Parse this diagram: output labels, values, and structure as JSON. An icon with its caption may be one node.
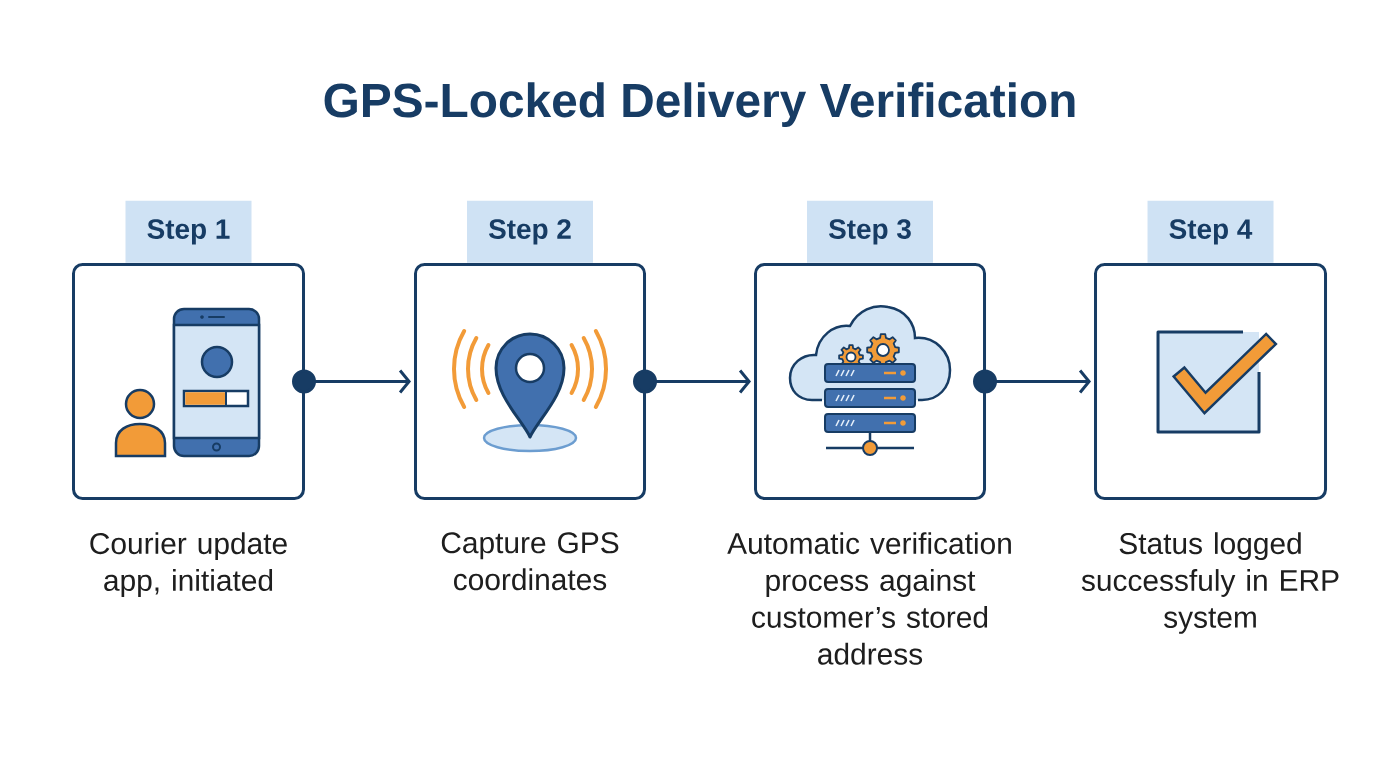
{
  "diagram": {
    "title": "GPS-Locked Delivery Verification",
    "nodes": [
      {
        "text": [
          "Step 1"
        ],
        "beside": [
          "Courier update app, initiated"
        ]
      },
      {
        "text": [
          "Step 2"
        ],
        "beside": [
          "Capture GPS coordinates"
        ]
      },
      {
        "text": [
          "Step 3"
        ],
        "beside": [
          "Automatic verification process against customer’s stored address"
        ]
      },
      {
        "text": [
          "Step 4"
        ],
        "beside": [
          "Status logged successfuly in ERP system"
        ]
      }
    ],
    "edges": [
      {
        "from": 0,
        "to": 1,
        "arrow": "to"
      },
      {
        "from": 1,
        "to": 2,
        "arrow": "to"
      },
      {
        "from": 2,
        "to": 3,
        "arrow": "to"
      }
    ]
  }
}
